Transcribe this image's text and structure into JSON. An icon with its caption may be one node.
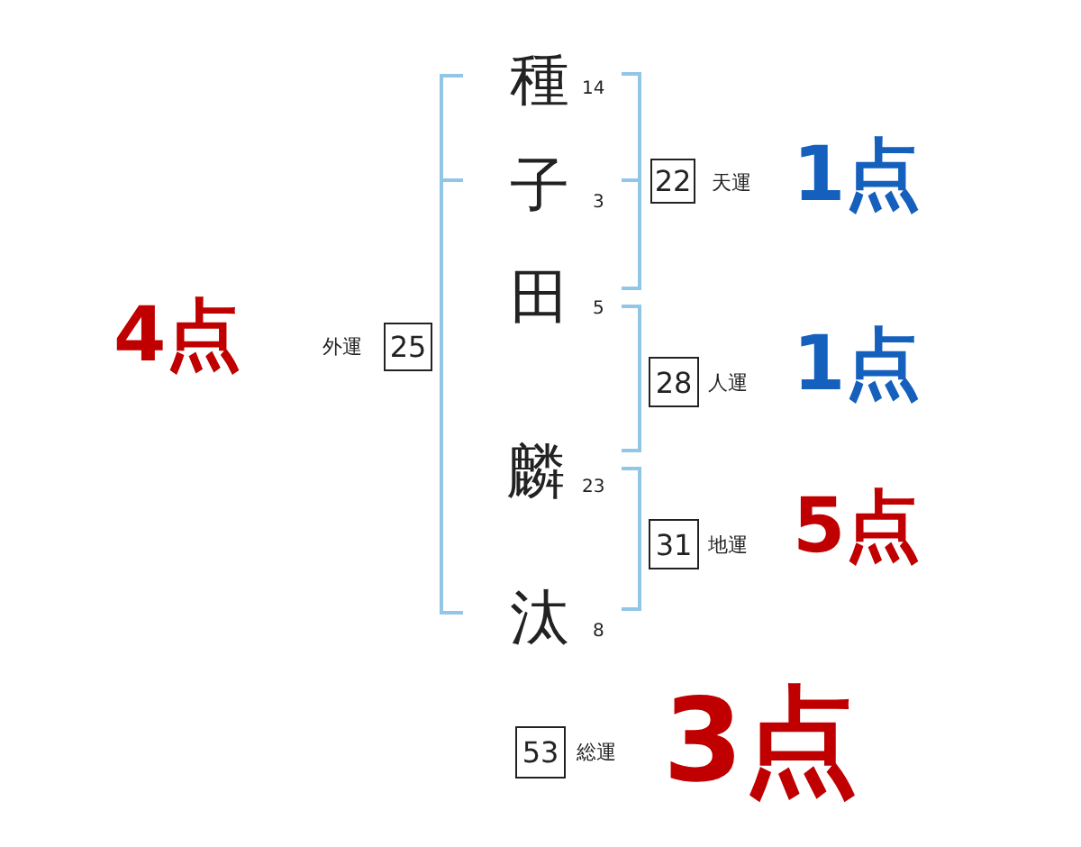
{
  "diagram": {
    "nodes": [
      {
        "text": [
          "22"
        ],
        "beside": [
          "天運"
        ]
      },
      {
        "text": [
          "25"
        ],
        "beside": [
          "外運"
        ]
      },
      {
        "text": [
          "28"
        ],
        "beside": [
          "人運"
        ]
      },
      {
        "text": [
          "31"
        ],
        "beside": [
          "地運"
        ]
      },
      {
        "text": [
          "53"
        ],
        "beside": [
          "総運"
        ]
      }
    ],
    "labels": [
      "種",
      "14",
      "子",
      "3",
      "1点",
      "田",
      "5",
      "4点",
      "1点",
      "麟",
      "23",
      "5点",
      "汰",
      "8",
      "3点"
    ]
  }
}
